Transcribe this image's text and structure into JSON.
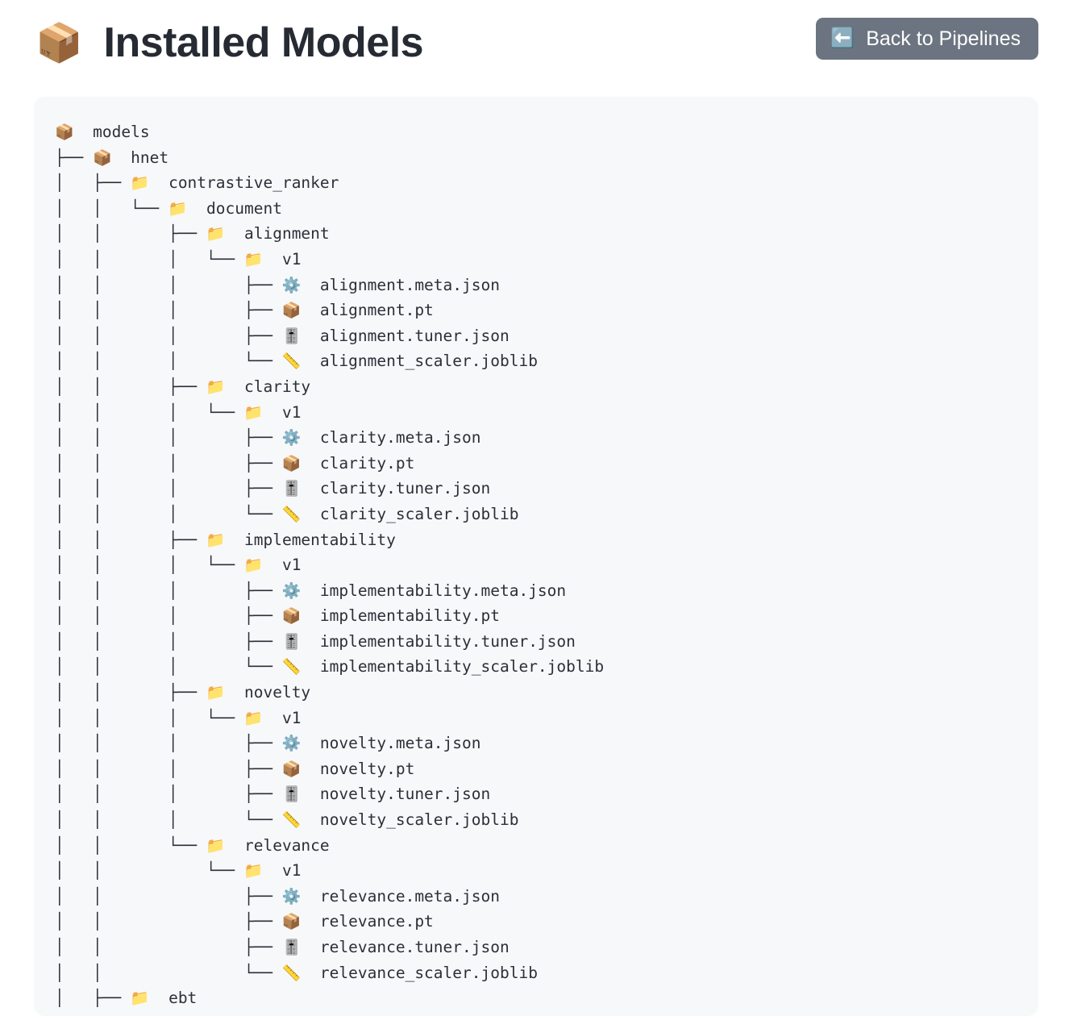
{
  "header": {
    "title": "Installed Models",
    "title_icon": "package-emoji",
    "title_icon_glyph": "📦",
    "back_button": {
      "label": "Back to Pipelines",
      "icon": "left-arrow-emoji",
      "icon_glyph": "⬅️",
      "background_color": "#6b7480",
      "text_color": "#ffffff"
    }
  },
  "card": {
    "background_color": "#f7f8fa"
  },
  "icons": {
    "package": "📦",
    "folder": "📁",
    "gear": "⚙️",
    "level_slider": "🎚️",
    "ruler": "📏"
  },
  "tree": {
    "rows": [
      {
        "prefix": "",
        "icon": "package",
        "icon_name": "package-icon",
        "label": "models"
      },
      {
        "prefix": "├── ",
        "icon": "package",
        "icon_name": "package-icon",
        "label": "hnet"
      },
      {
        "prefix": "│   ├── ",
        "icon": "folder",
        "icon_name": "folder-icon",
        "label": "contrastive_ranker"
      },
      {
        "prefix": "│   │   └── ",
        "icon": "folder",
        "icon_name": "folder-icon",
        "label": "document"
      },
      {
        "prefix": "│   │       ├── ",
        "icon": "folder",
        "icon_name": "folder-icon",
        "label": "alignment"
      },
      {
        "prefix": "│   │       │   └── ",
        "icon": "folder",
        "icon_name": "folder-icon",
        "label": "v1"
      },
      {
        "prefix": "│   │       │       ├── ",
        "icon": "gear",
        "icon_name": "gear-icon",
        "label": "alignment.meta.json"
      },
      {
        "prefix": "│   │       │       ├── ",
        "icon": "package",
        "icon_name": "package-icon",
        "label": "alignment.pt"
      },
      {
        "prefix": "│   │       │       ├── ",
        "icon": "level_slider",
        "icon_name": "level-slider-icon",
        "label": "alignment.tuner.json"
      },
      {
        "prefix": "│   │       │       └── ",
        "icon": "ruler",
        "icon_name": "ruler-icon",
        "label": "alignment_scaler.joblib"
      },
      {
        "prefix": "│   │       ├── ",
        "icon": "folder",
        "icon_name": "folder-icon",
        "label": "clarity"
      },
      {
        "prefix": "│   │       │   └── ",
        "icon": "folder",
        "icon_name": "folder-icon",
        "label": "v1"
      },
      {
        "prefix": "│   │       │       ├── ",
        "icon": "gear",
        "icon_name": "gear-icon",
        "label": "clarity.meta.json"
      },
      {
        "prefix": "│   │       │       ├── ",
        "icon": "package",
        "icon_name": "package-icon",
        "label": "clarity.pt"
      },
      {
        "prefix": "│   │       │       ├── ",
        "icon": "level_slider",
        "icon_name": "level-slider-icon",
        "label": "clarity.tuner.json"
      },
      {
        "prefix": "│   │       │       └── ",
        "icon": "ruler",
        "icon_name": "ruler-icon",
        "label": "clarity_scaler.joblib"
      },
      {
        "prefix": "│   │       ├── ",
        "icon": "folder",
        "icon_name": "folder-icon",
        "label": "implementability"
      },
      {
        "prefix": "│   │       │   └── ",
        "icon": "folder",
        "icon_name": "folder-icon",
        "label": "v1"
      },
      {
        "prefix": "│   │       │       ├── ",
        "icon": "gear",
        "icon_name": "gear-icon",
        "label": "implementability.meta.json"
      },
      {
        "prefix": "│   │       │       ├── ",
        "icon": "package",
        "icon_name": "package-icon",
        "label": "implementability.pt"
      },
      {
        "prefix": "│   │       │       ├── ",
        "icon": "level_slider",
        "icon_name": "level-slider-icon",
        "label": "implementability.tuner.json"
      },
      {
        "prefix": "│   │       │       └── ",
        "icon": "ruler",
        "icon_name": "ruler-icon",
        "label": "implementability_scaler.joblib"
      },
      {
        "prefix": "│   │       ├── ",
        "icon": "folder",
        "icon_name": "folder-icon",
        "label": "novelty"
      },
      {
        "prefix": "│   │       │   └── ",
        "icon": "folder",
        "icon_name": "folder-icon",
        "label": "v1"
      },
      {
        "prefix": "│   │       │       ├── ",
        "icon": "gear",
        "icon_name": "gear-icon",
        "label": "novelty.meta.json"
      },
      {
        "prefix": "│   │       │       ├── ",
        "icon": "package",
        "icon_name": "package-icon",
        "label": "novelty.pt"
      },
      {
        "prefix": "│   │       │       ├── ",
        "icon": "level_slider",
        "icon_name": "level-slider-icon",
        "label": "novelty.tuner.json"
      },
      {
        "prefix": "│   │       │       └── ",
        "icon": "ruler",
        "icon_name": "ruler-icon",
        "label": "novelty_scaler.joblib"
      },
      {
        "prefix": "│   │       └── ",
        "icon": "folder",
        "icon_name": "folder-icon",
        "label": "relevance"
      },
      {
        "prefix": "│   │           └── ",
        "icon": "folder",
        "icon_name": "folder-icon",
        "label": "v1"
      },
      {
        "prefix": "│   │               ├── ",
        "icon": "gear",
        "icon_name": "gear-icon",
        "label": "relevance.meta.json"
      },
      {
        "prefix": "│   │               ├── ",
        "icon": "package",
        "icon_name": "package-icon",
        "label": "relevance.pt"
      },
      {
        "prefix": "│   │               ├── ",
        "icon": "level_slider",
        "icon_name": "level-slider-icon",
        "label": "relevance.tuner.json"
      },
      {
        "prefix": "│   │               └── ",
        "icon": "ruler",
        "icon_name": "ruler-icon",
        "label": "relevance_scaler.joblib"
      },
      {
        "prefix": "│   ├── ",
        "icon": "folder",
        "icon_name": "folder-icon",
        "label": "ebt"
      }
    ]
  }
}
